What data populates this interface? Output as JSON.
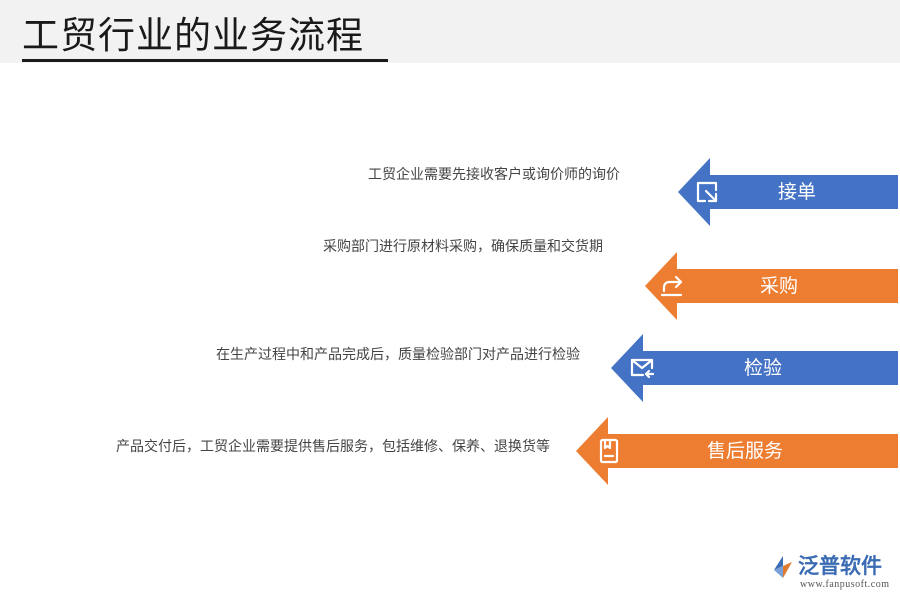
{
  "title": "工贸行业的业务流程",
  "steps": [
    {
      "label": "接单",
      "description": "工贸企业需要先接收客户或询价师的询价",
      "color": "#4472c4",
      "icon": "export-arrow-icon"
    },
    {
      "label": "采购",
      "description": "采购部门进行原材料采购，确保质量和交货期",
      "color": "#ed7d31",
      "icon": "redo-arrow-icon"
    },
    {
      "label": "检验",
      "description": "在生产过程中和产品完成后，质量检验部门对产品进行检验",
      "color": "#4472c4",
      "icon": "mail-return-icon"
    },
    {
      "label": "售后服务",
      "description": "产品交付后，工贸企业需要提供售后服务，包括维修、保养、退换货等",
      "color": "#ed7d31",
      "icon": "document-icon"
    }
  ],
  "logo": {
    "name": "泛普软件",
    "url": "www.fanpusoft.com"
  }
}
